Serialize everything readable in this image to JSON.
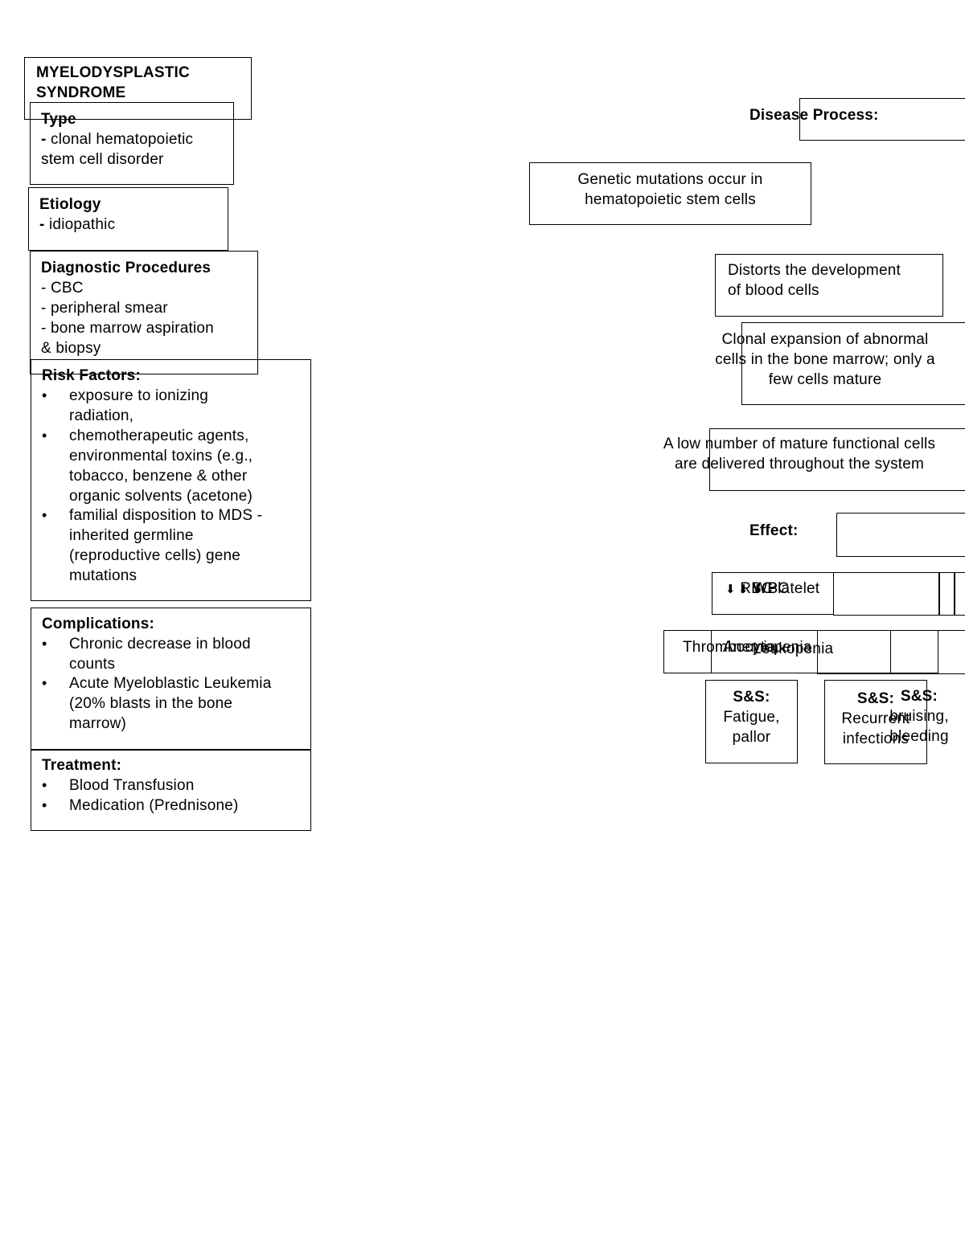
{
  "title": {
    "line1": "MYELODYSPLASTIC",
    "line2": "SYNDROME"
  },
  "type": {
    "heading": "Type",
    "dash": "- ",
    "line1": "clonal hematopoietic",
    "line2": "stem cell disorder"
  },
  "etiology": {
    "heading": "Etiology",
    "dash": "- ",
    "value": "idiopathic"
  },
  "diagnostics": {
    "heading": "Diagnostic Procedures",
    "items": [
      "- CBC",
      "- peripheral smear",
      "- bone marrow aspiration",
      "& biopsy"
    ]
  },
  "risk": {
    "heading": "Risk Factors:",
    "bullet": "•",
    "items": [
      [
        "exposure to ionizing",
        "radiation,"
      ],
      [
        "chemotherapeutic agents,",
        "environmental toxins (e.g.,",
        "tobacco, benzene & other",
        "organic solvents (acetone)"
      ],
      [
        "familial disposition to MDS -",
        "inherited germline",
        "(reproductive cells) gene",
        "mutations"
      ]
    ]
  },
  "complications": {
    "heading": "Complications:",
    "items": [
      [
        "Chronic decrease in blood",
        "counts"
      ],
      [
        "Acute Myeloblastic Leukemia",
        "(20% blasts in the bone",
        "marrow)"
      ]
    ]
  },
  "treatment": {
    "heading": "Treatment:",
    "items": [
      "Blood Transfusion",
      "Medication (Prednisone)"
    ]
  },
  "process": {
    "heading": "Disease Process:",
    "step1": [
      "Genetic mutations occur in",
      "hematopoietic stem cells"
    ],
    "step2": [
      "Distorts the development",
      "of blood cells"
    ],
    "step3": [
      "Clonal expansion of abnormal",
      "cells in the bone marrow; only a",
      "few cells mature"
    ],
    "step4": [
      "A low number of mature functional cells",
      "are delivered throughout the system"
    ]
  },
  "effect": {
    "heading": "Effect:",
    "arrow": "⬇",
    "labels": [
      "RBC",
      "WBC",
      "Platelet"
    ],
    "conditions": [
      "Anemia",
      "Leukopenia",
      "Thrombocytopenia"
    ]
  },
  "ss": {
    "heading": "S&S:",
    "anemia": [
      "Fatigue,",
      "pallor"
    ],
    "leukopenia": [
      "Recurrent",
      "infections"
    ],
    "thrombo": [
      "bruising,",
      "bleeding"
    ]
  }
}
